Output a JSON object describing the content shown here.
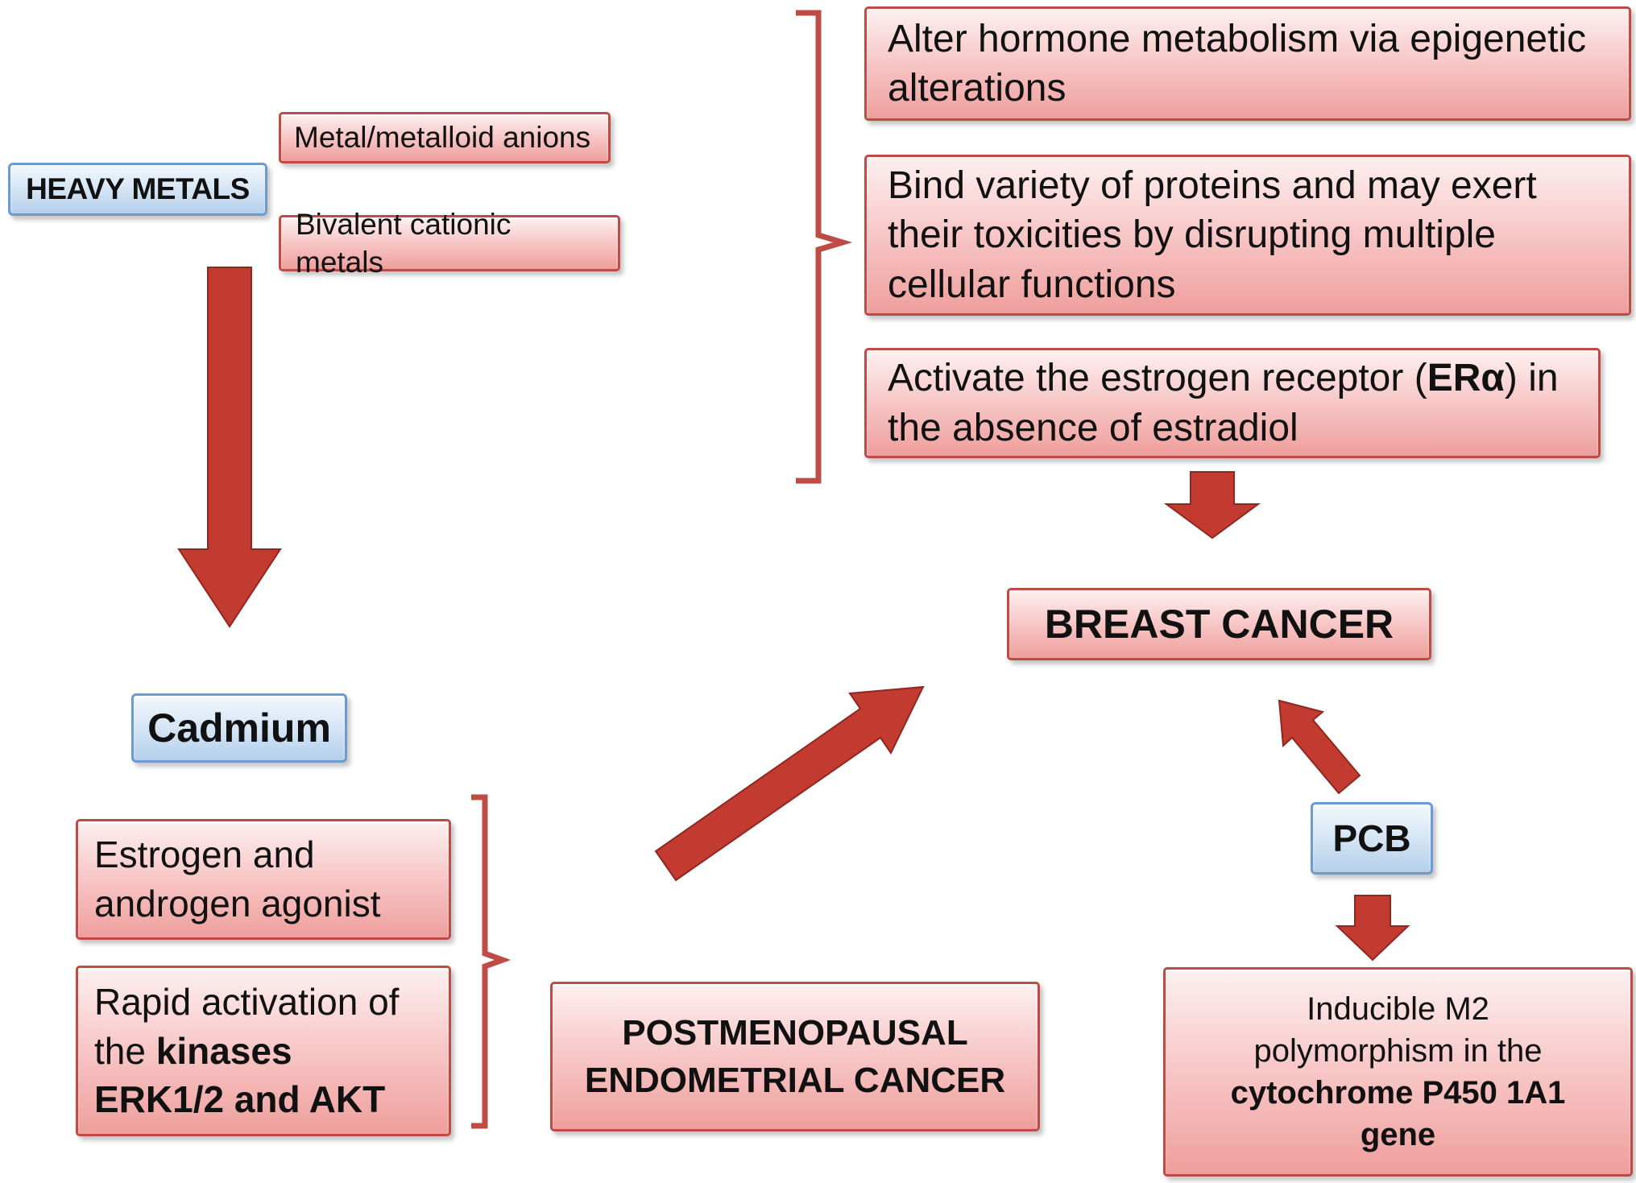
{
  "colors": {
    "pink_border": "#bf4b45",
    "blue_border": "#6b9bd2",
    "arrow_red": "#c23a30",
    "arrow_edge": "#8f2821",
    "bracket_red": "#bf4b45",
    "text": "#111111"
  },
  "nodes": {
    "heavy_metals": "HEAVY METALS",
    "metal_anions": "Metal/metalloid anions",
    "bivalent_metals": "Bivalent cationic metals",
    "effect_epigenetic": "Alter hormone metabolism via epigenetic alterations",
    "effect_proteins": "Bind variety of proteins and may exert their toxicities by disrupting multiple cellular functions",
    "effect_er": {
      "pre": "Activate the estrogen receptor (",
      "bold": "ERα",
      "post": ") in the absence of estradiol"
    },
    "breast_cancer": "BREAST CANCER",
    "cadmium": "Cadmium",
    "estrogen_agonist": "Estrogen and androgen agonist",
    "rapid_activation": {
      "pre": "Rapid activation of the ",
      "bold": "kinases ERK1/2 and AKT"
    },
    "postmenopausal": "POSTMENOPAUSAL ENDOMETRIAL CANCER",
    "pcb": "PCB",
    "inducible_m2": {
      "pre": "Inducible M2 polymorphism in the ",
      "bold": "cytochrome P450 1A1 gene"
    }
  }
}
